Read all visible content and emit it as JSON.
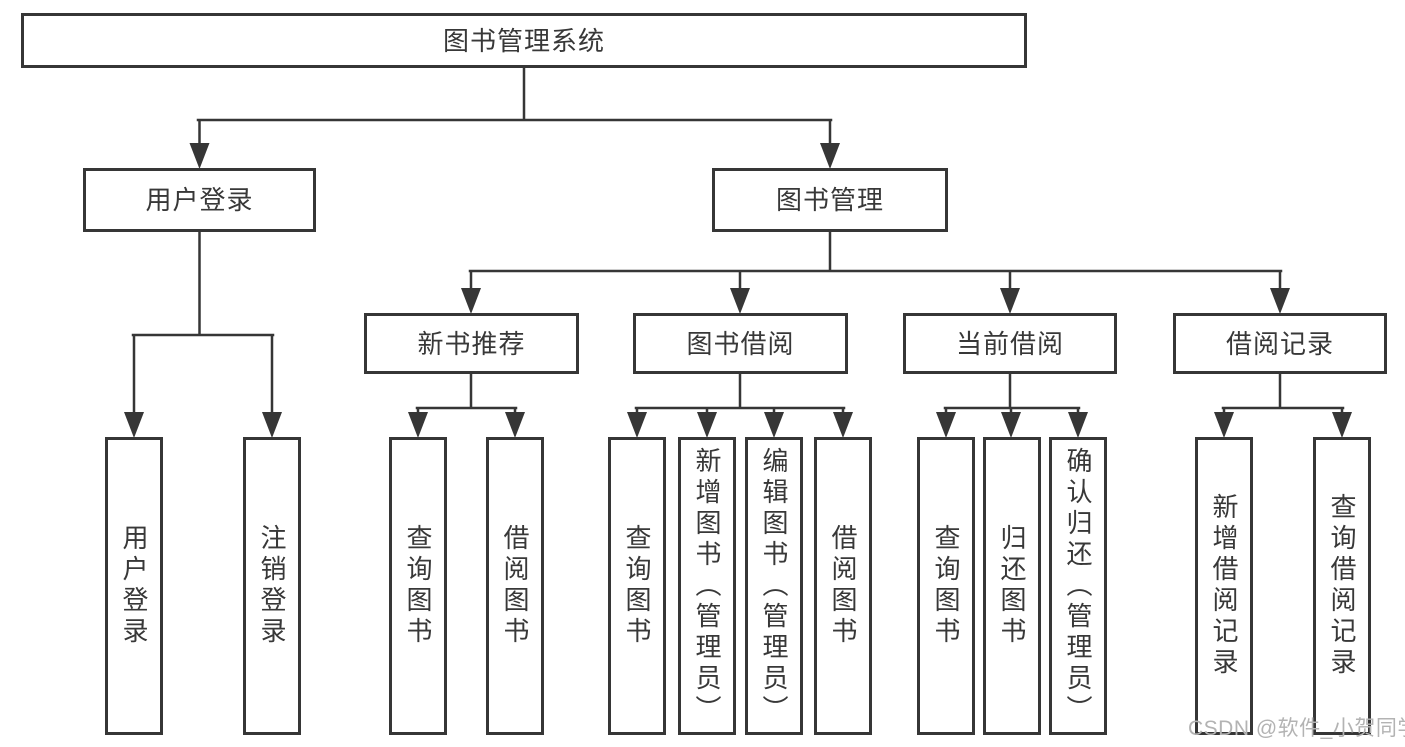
{
  "diagram": {
    "title": "图书管理系统",
    "level2": [
      {
        "label": "用户登录",
        "leaves": [
          "用户登录",
          "注销登录"
        ]
      },
      {
        "label": "图书管理",
        "sections": [
          {
            "label": "新书推荐",
            "leaves": [
              "查询图书",
              "借阅图书"
            ]
          },
          {
            "label": "图书借阅",
            "leaves": [
              "查询图书",
              "新增图书（管理员）",
              "编辑图书（管理员）",
              "借阅图书"
            ]
          },
          {
            "label": "当前借阅",
            "leaves": [
              "查询图书",
              "归还图书",
              "确认归还（管理员）"
            ]
          },
          {
            "label": "借阅记录",
            "leaves": [
              "新增借阅记录",
              "查询借阅记录"
            ]
          }
        ]
      }
    ]
  },
  "watermark": "CSDN @软件_小贺同学",
  "colors": {
    "line": "#363636",
    "text": "#383838",
    "background": "#ffffff",
    "watermark": "#b3b3b3"
  }
}
